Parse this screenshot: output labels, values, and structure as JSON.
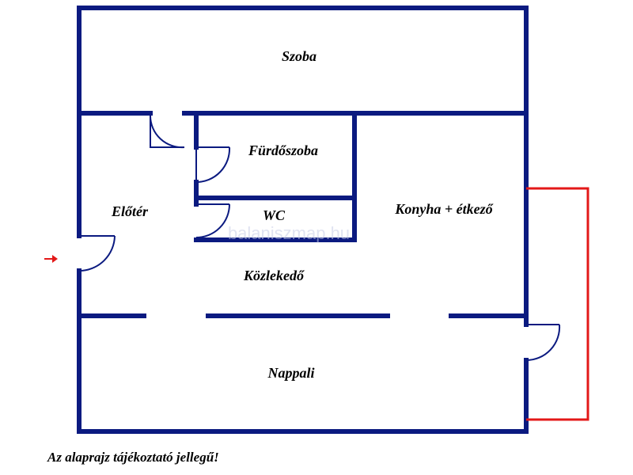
{
  "rooms": {
    "szoba": "Szoba",
    "furdoszoba": "Fürdőszoba",
    "eloter": "Előtér",
    "wc": "WC",
    "konyha": "Konyha + étkező",
    "kozlekedo": "Közlekedő",
    "nappali": "Nappali"
  },
  "watermark": "balaniszmap.hu",
  "footnote": "Az alaprajz tájékoztató jellegű!",
  "colors": {
    "wall": "#0b1a80",
    "balcony": "#e31818",
    "entry_arrow": "#e31818"
  },
  "icons": {
    "entry": "entry-arrow-icon"
  }
}
